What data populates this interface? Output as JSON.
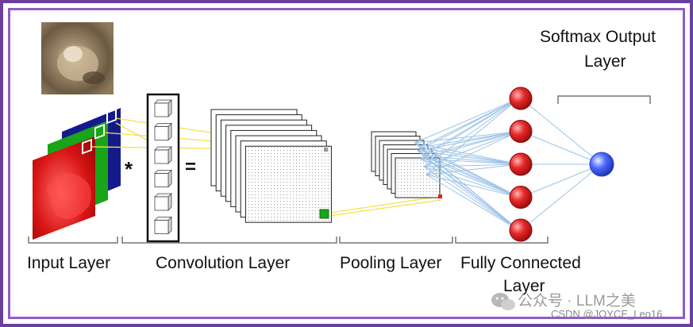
{
  "labels": {
    "input": "Input Layer",
    "convolution": "Convolution Layer",
    "pooling": "Pooling Layer",
    "fully_connected_line1": "Fully Connected",
    "fully_connected_line2": "Layer",
    "softmax_line1": "Softmax Output",
    "softmax_line2": "Layer"
  },
  "operators": {
    "convolve": "*",
    "equals": "="
  },
  "watermark": {
    "wechat": "公众号 · LLM之美",
    "csdn": "CSDN @JOYCE_Leo16"
  },
  "colors": {
    "frame": "#6a3fa0",
    "frame_inner": "#8e5cc8",
    "neuron_red": "#e02020",
    "neuron_blue": "#3f5cff",
    "connection_blue": "#9cc3e6",
    "connection_yellow": "#f4e24a",
    "channel_red": "#e11818",
    "channel_green": "#19a419",
    "channel_blue": "#141a8c"
  },
  "structure": {
    "filter_cubes": 6,
    "feature_maps": 8,
    "pooled_maps": 7,
    "hidden_neurons": 5,
    "output_neurons": 1
  }
}
